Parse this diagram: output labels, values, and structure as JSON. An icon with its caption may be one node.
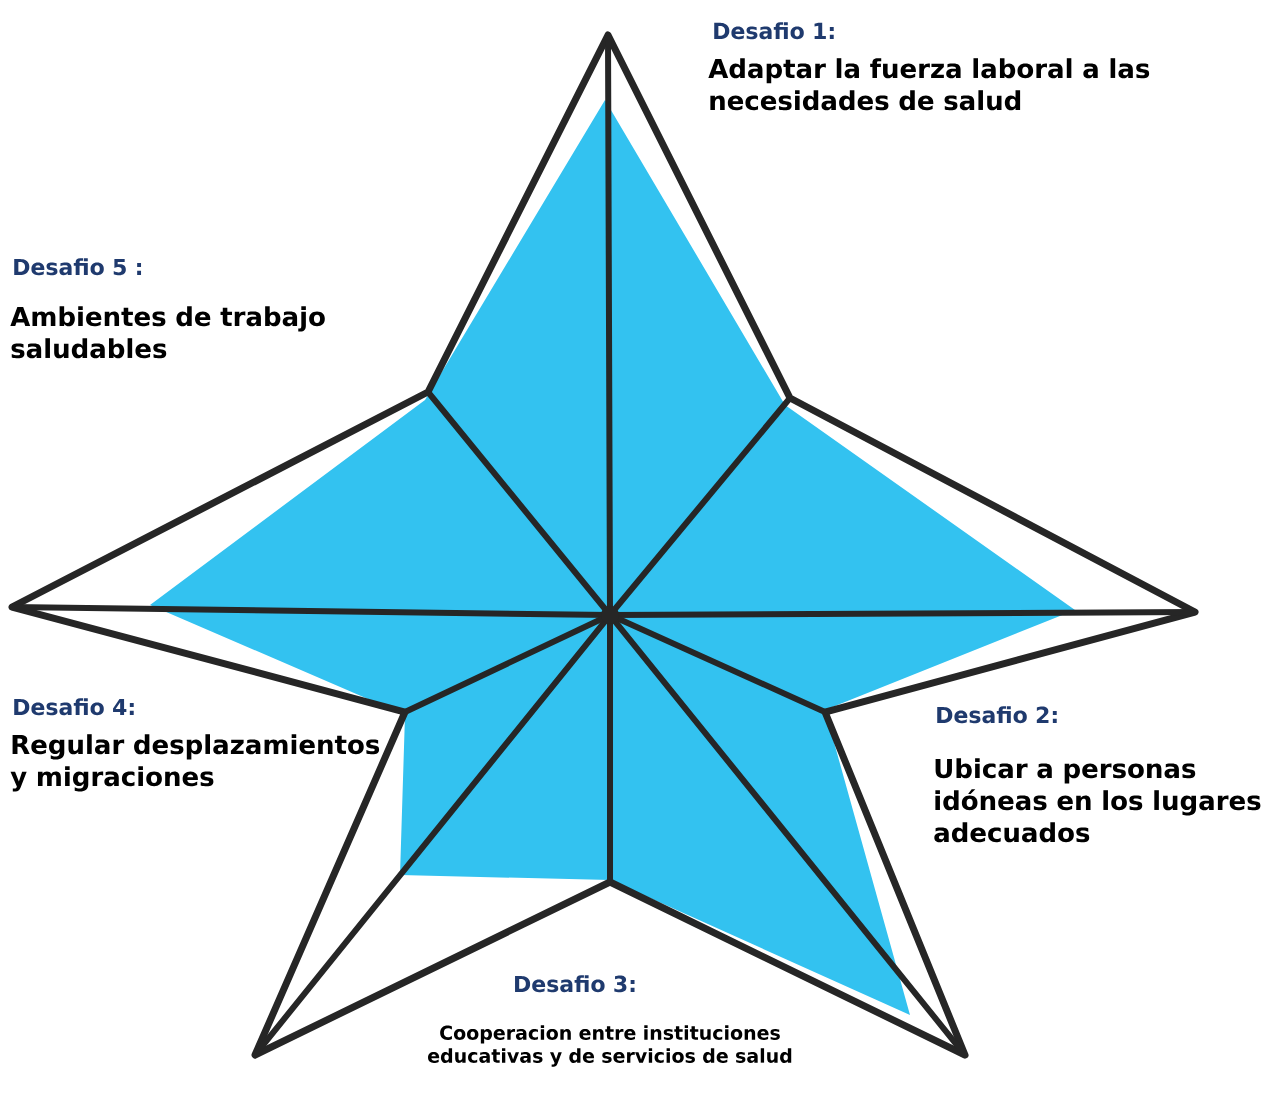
{
  "diagram": {
    "labels": [
      "Desafio 1:",
      "Adaptar la fuerza laboral a las necesidades de salud",
      "Desafio 5 :",
      "Ambientes de trabajo saludables",
      "Desafio 4:",
      "Regular desplazamientos y migraciones",
      "Desafio 2:",
      "Ubicar a personas idóneas en los lugares adecuados",
      "Desafio 3:",
      "Cooperacion entre instituciones educativas y de servicios de salud"
    ]
  }
}
